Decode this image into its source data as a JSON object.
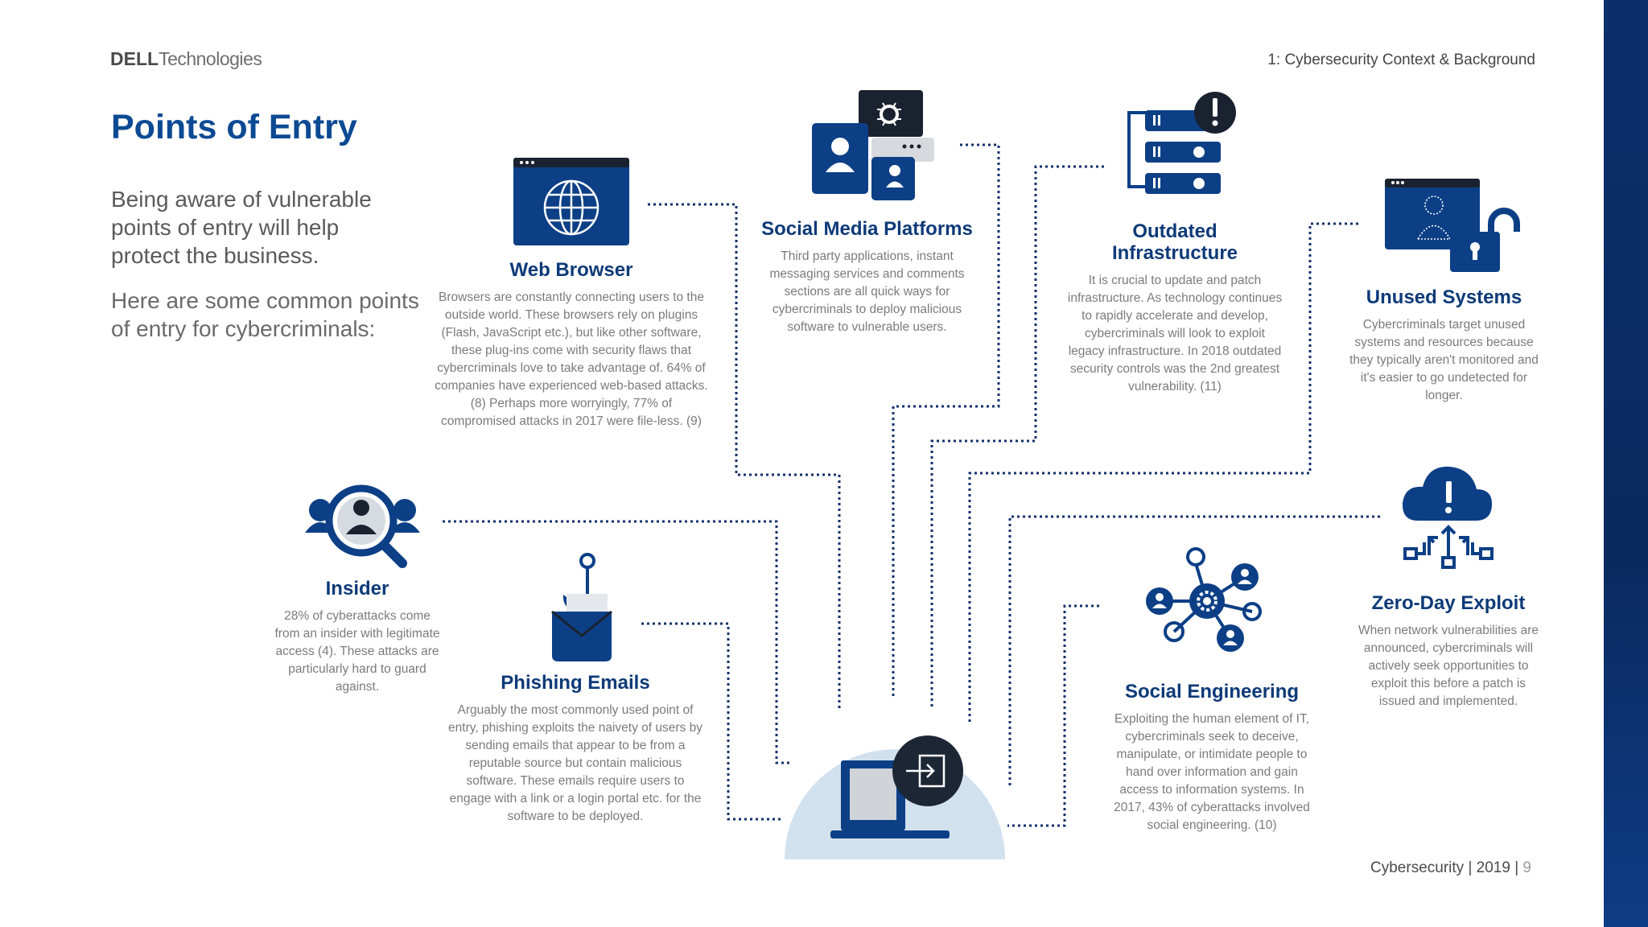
{
  "header": {
    "logo_dell": "DELL",
    "logo_tech": "Technologies",
    "section": "1: Cybersecurity Context & Background"
  },
  "title": "Points of Entry",
  "intro": {
    "lead": "Being aware of vulnerable points of entry will help protect the business.",
    "sub": "Here are some common points of entry for cybercriminals:"
  },
  "points": {
    "web_browser": {
      "title": "Web Browser",
      "text": "Browsers are constantly connecting users to the outside world. These browsers rely on plugins (Flash, JavaScript etc.), but like other software, these plug-ins come with security flaws that cybercriminals love to take advantage of. 64% of companies have experienced web-based attacks. (8) Perhaps more worryingly, 77% of compromised attacks in 2017 were file-less. (9)"
    },
    "social_media": {
      "title": "Social Media Platforms",
      "text": "Third party applications, instant messaging services and comments sections are all quick ways for cybercriminals to deploy malicious software to vulnerable users."
    },
    "outdated": {
      "title": "Outdated Infrastructure",
      "text": "It is crucial to update and patch infrastructure. As technology continues to rapidly accelerate and develop, cybercriminals will look to exploit legacy infrastructure. In 2018 outdated security controls was the 2nd greatest vulnerability. (11)"
    },
    "unused": {
      "title": "Unused Systems",
      "text": "Cybercriminals target unused systems and resources because they typically aren't monitored and it's easier to go undetected for longer."
    },
    "insider": {
      "title": "Insider",
      "text": "28% of cyberattacks come from an insider with legitimate access (4). These attacks are particularly hard to guard against."
    },
    "phishing": {
      "title": "Phishing Emails",
      "text": "Arguably the most commonly used point of entry, phishing exploits the naivety of users by sending emails that appear to be from a reputable source but contain malicious software. These emails require users to engage with a link or a login portal etc. for the software to be deployed."
    },
    "social_eng": {
      "title": "Social Engineering",
      "text": "Exploiting the human element of IT, cybercriminals seek to deceive, manipulate, or intimidate people to hand over information and gain access to information systems. In 2017, 43% of cyberattacks involved social engineering. (10)"
    },
    "zero_day": {
      "title": "Zero-Day Exploit",
      "text": "When network vulnerabilities are announced, cybercriminals will actively seek opportunities to exploit this before a patch is issued and implemented."
    }
  },
  "footer": {
    "text": "Cybersecurity | 2019 | ",
    "page": "9"
  },
  "colors": {
    "title_blue": "#0c4a93",
    "heading_navy": "#0d3a78",
    "icon_navy": "#0a3a7a",
    "dotted_line": "#13306b",
    "center_circle": "#d2e1ee",
    "right_bar": "#0b2f6b"
  },
  "icons": {
    "web_browser": "globe-browser-icon",
    "social_media": "social-media-icon",
    "outdated": "server-alert-icon",
    "unused": "unused-system-lock-icon",
    "insider": "insider-search-icon",
    "phishing": "phishing-hook-envelope-icon",
    "social_eng": "network-people-icon",
    "zero_day": "cloud-alert-icon",
    "center": "laptop-entry-icon"
  }
}
